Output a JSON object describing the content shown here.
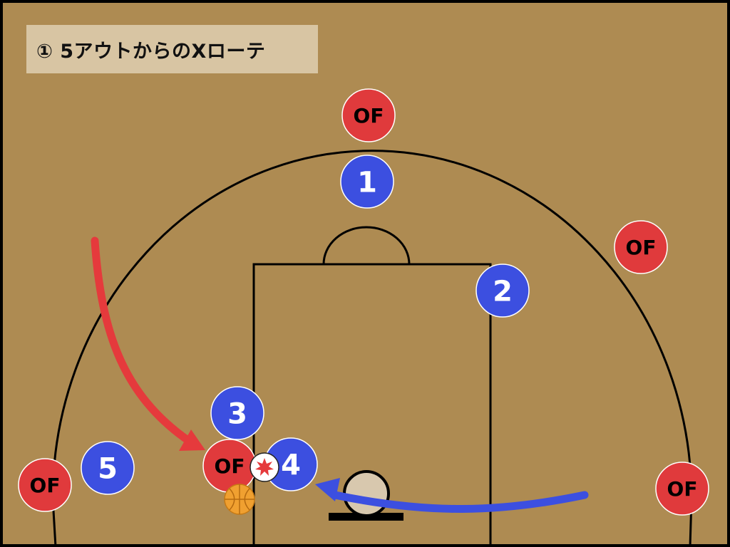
{
  "title": "① 5アウトからのXローテ",
  "colors": {
    "court": "#ae8b52",
    "offense": "#e03a3c",
    "defense": "#3c4fe0",
    "ball": "#f0a030",
    "title_bg": "#d8c5a3",
    "red_arrow": "#e53a3c",
    "blue_arrow": "#3c4fe0"
  },
  "offense_players": [
    {
      "label": "OF"
    },
    {
      "label": "OF"
    },
    {
      "label": "OF"
    },
    {
      "label": "OF"
    },
    {
      "label": "OF"
    }
  ],
  "defense_players": [
    {
      "label": "1"
    },
    {
      "label": "2"
    },
    {
      "label": "3"
    },
    {
      "label": "4"
    },
    {
      "label": "5"
    }
  ],
  "icons": {
    "ball": "basketball-icon",
    "collision": "collision-star-icon",
    "hoop": "hoop-rim-icon"
  }
}
